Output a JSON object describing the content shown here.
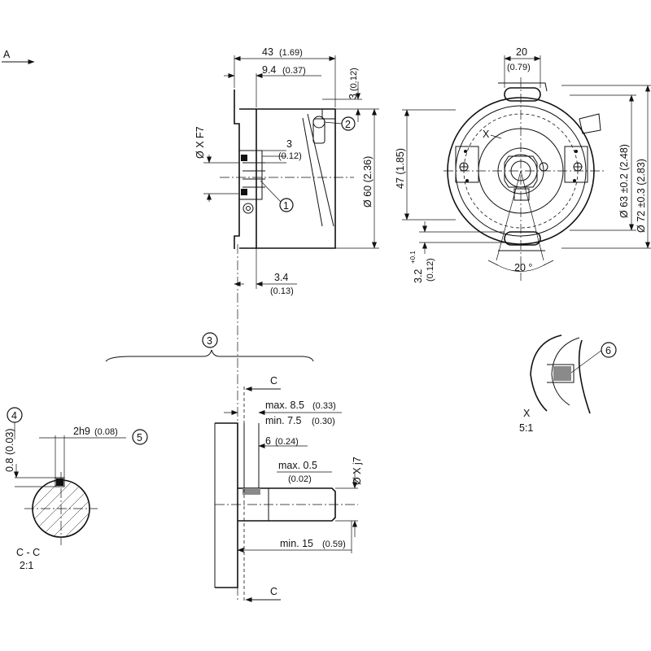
{
  "view_a": {
    "label": "A"
  },
  "side_view": {
    "dim_overall_length": {
      "mm": "43",
      "in": "(1.69)"
    },
    "dim_flange_offset": {
      "mm": "9.4",
      "in": "(0.37)"
    },
    "dim_top_step": {
      "mm": "3",
      "in": "(0.12)"
    },
    "dim_bore": "Ø X F7",
    "dim_inner_step": {
      "mm": "3",
      "in": "(0.12)"
    },
    "dim_diameter": "Ø 60 (2.36)",
    "dim_bottom_gap": {
      "mm": "3.4",
      "in": "(0.13)"
    },
    "callout_1": "1",
    "callout_2": "2",
    "callout_3": "3"
  },
  "front_view": {
    "dim_slot_width": {
      "mm": "20",
      "in": "(0.79)"
    },
    "dim_height": "47 (1.85)",
    "dim_d63": "Ø 63 ±0.2 (2.48)",
    "dim_d72": "Ø 72 ±0.3 (2.83)",
    "dim_slot_offset": {
      "main": "3.2",
      "tol": "+0.1",
      "in": "(0.12)"
    },
    "dim_angle": "20 °",
    "detail_marker": "X"
  },
  "detail_x": {
    "callout_6": "6",
    "title": "X",
    "scale": "5:1"
  },
  "section_cc": {
    "callout_4": "4",
    "callout_5": "5",
    "dim_key_depth": "0.8 (0.03)",
    "dim_key_width": {
      "mm": "2h9",
      "in": "(0.08)"
    },
    "title": "C - C",
    "scale": "2:1"
  },
  "shaft_view": {
    "section_marker_top": "C",
    "section_marker_bottom": "C",
    "dim_max_insert": {
      "mm": "max. 8.5",
      "in": "(0.33)"
    },
    "dim_min_insert": {
      "mm": "min. 7.5",
      "in": "(0.30)"
    },
    "dim_six": {
      "mm": "6",
      "in": "(0.24)"
    },
    "dim_max_gap": {
      "mm": "max. 0.5",
      "in": "(0.02)"
    },
    "dim_shaft": "Ø X j7",
    "dim_min_length": {
      "mm": "min. 15",
      "in": "(0.59)"
    }
  }
}
